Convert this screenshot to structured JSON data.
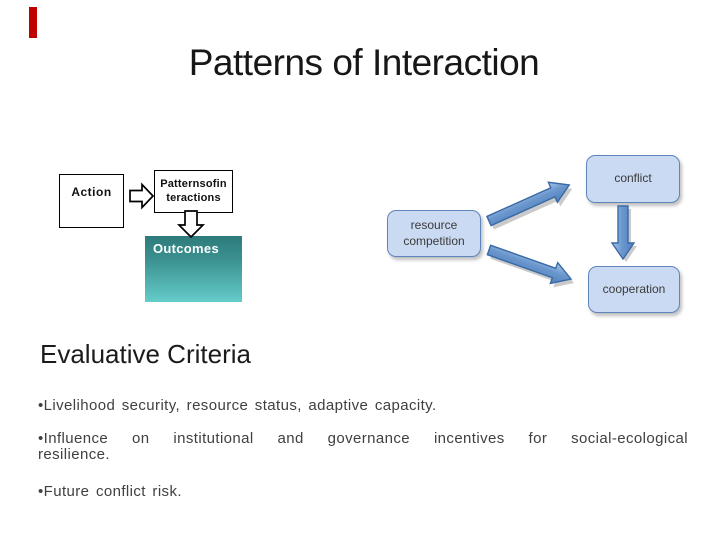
{
  "slide": {
    "title": "Patterns of Interaction",
    "background_color": "#ffffff",
    "red_marker_color": "#c00000"
  },
  "process_diagram": {
    "action_label": "Action",
    "patterns_line1": "Patternsofin",
    "patterns_line2": "teractions",
    "outcomes_label": "Outcomes",
    "outcomes_gradient_top": "#2e7a7c",
    "outcomes_gradient_bottom": "#64ccc9",
    "box_border_color": "#000000",
    "icons": [
      "block-arrow-right-icon",
      "block-arrow-down-icon"
    ]
  },
  "interaction_diagram": {
    "resource_line1": "resource",
    "resource_line2": "competition",
    "conflict_label": "conflict",
    "cooperation_label": "cooperation",
    "box_fill_color": "#cadaf2",
    "box_border_color": "#5f86bc",
    "arrow_color": "#4f81bd",
    "icons": [
      "arrow-up-right-icon",
      "arrow-down-right-icon",
      "arrow-down-icon"
    ]
  },
  "criteria": {
    "heading": "Evaluative Criteria",
    "bullet1": "•Livelihood security, resource status, adaptive capacity.",
    "bullet2_line1": "•Influence on institutional and governance incentives for social-ecological",
    "bullet2_line2": "resilience.",
    "bullet3": "•Future conflict risk."
  }
}
